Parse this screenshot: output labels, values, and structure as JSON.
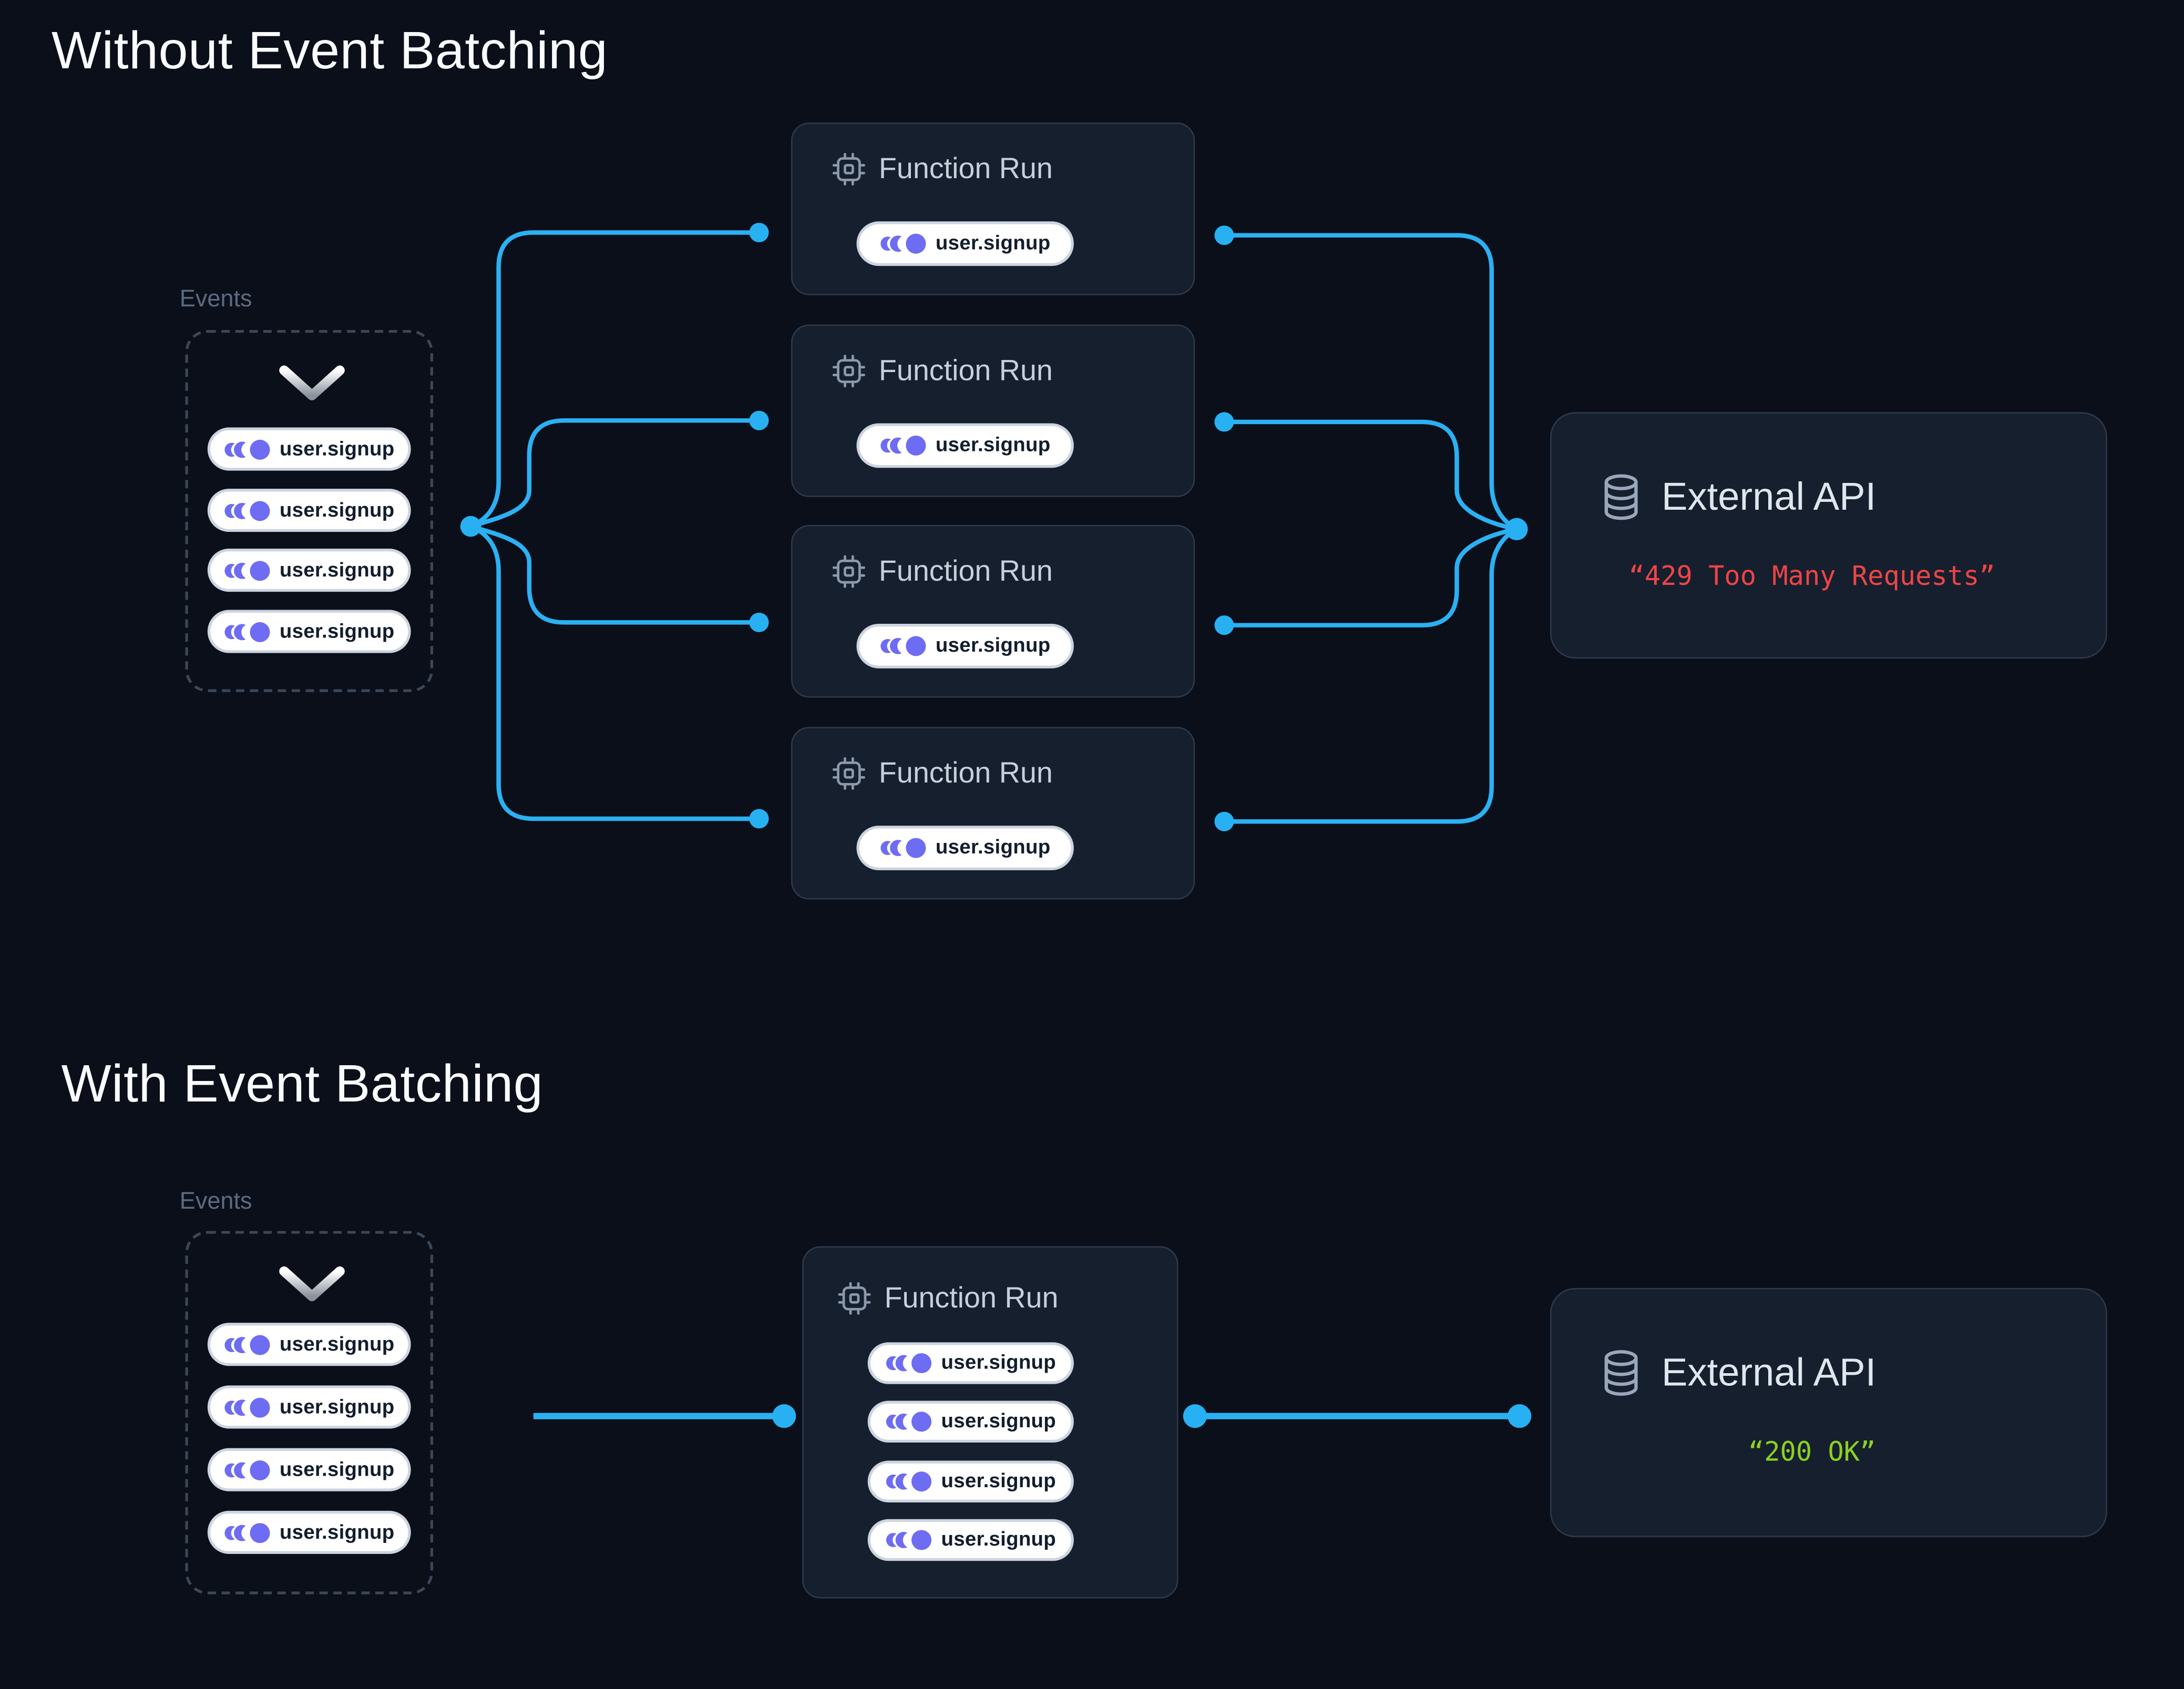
{
  "palette": {
    "background": "#0a0f1a",
    "card_background": "#161f2d",
    "card_border": "#2d394b",
    "wire_blue": "#2bb1f2",
    "event_icon_purple": "#6e6cf3",
    "error_red": "#ef4448",
    "success_green": "#8cd122"
  },
  "without": {
    "title": "Without Event Batching",
    "events_label": "Events",
    "events": [
      "user.signup",
      "user.signup",
      "user.signup",
      "user.signup"
    ],
    "runs": [
      {
        "label": "Function Run",
        "event": "user.signup"
      },
      {
        "label": "Function Run",
        "event": "user.signup"
      },
      {
        "label": "Function Run",
        "event": "user.signup"
      },
      {
        "label": "Function Run",
        "event": "user.signup"
      }
    ],
    "api": {
      "label": "External API",
      "response": "“429 Too Many Requests”"
    }
  },
  "with": {
    "title": "With Event Batching",
    "events_label": "Events",
    "events": [
      "user.signup",
      "user.signup",
      "user.signup",
      "user.signup"
    ],
    "run": {
      "label": "Function Run",
      "events": [
        "user.signup",
        "user.signup",
        "user.signup",
        "user.signup"
      ]
    },
    "api": {
      "label": "External API",
      "response": "“200 OK”"
    }
  }
}
